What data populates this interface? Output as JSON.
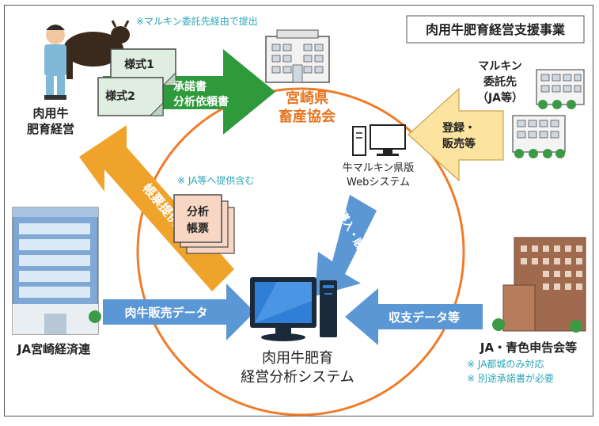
{
  "title_box": "肉用牛肥育経営支援事業",
  "notes": {
    "marukin_via": "※マルキン委託先経由で提出",
    "ja_included": "※ JA等へ提供含む",
    "ja_tosho": "※ JA都城のみ対応",
    "separate_consent": "※ 別途承諾書が必要"
  },
  "nodes": {
    "farmer_line1": "肉用牛",
    "farmer_line2": "肥育経営",
    "association_line1": "宮崎県",
    "association_line2": "畜産協会",
    "marukin_line1": "マルキン",
    "marukin_line2": "委託先",
    "marukin_line3": "（JA等）",
    "web_line1": "牛マルキン県版",
    "web_line2": "Webシステム",
    "ja_miyazaki": "JA宮崎経済連",
    "ja_blue": "JA・青色申告会等",
    "system_line1": "肉用牛肥育",
    "system_line2": "経営分析システム"
  },
  "documents": {
    "form1": "様式1",
    "form2": "様式2",
    "analysis_line1": "分析",
    "analysis_line2": "帳票"
  },
  "arrows": {
    "consent_line1": "承諾書",
    "consent_line2": "分析依頼書",
    "registration_line1": "登録・",
    "registration_line2": "販売等",
    "report": "帳票提供",
    "introduction": "導入・販売等",
    "beef_sales": "肉牛販売データ",
    "income_data": "収支データ等"
  },
  "colors": {
    "green_arrow": "#2e9a3c",
    "orange_arrow": "#f0a32a",
    "blue_arrow": "#5a97d4",
    "yellow_arrow": "#fde3a0",
    "circle": "#f07c2a",
    "orange_text": "#e8741e",
    "note_teal": "#2aa6b5"
  }
}
